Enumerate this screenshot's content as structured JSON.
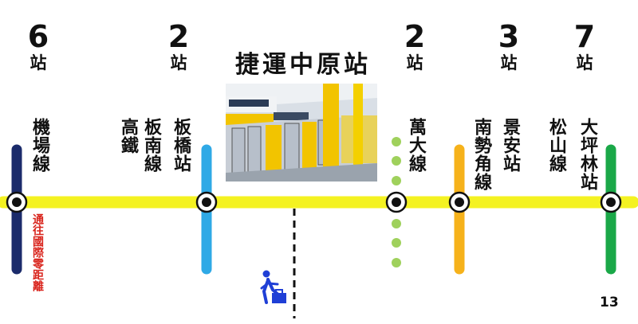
{
  "slide": {
    "title": "捷運中原站",
    "page_number": "13"
  },
  "counts": [
    {
      "num": "6",
      "unit": "站"
    },
    {
      "num": "2",
      "unit": "站"
    },
    {
      "num": "2",
      "unit": "站"
    },
    {
      "num": "3",
      "unit": "站"
    },
    {
      "num": "7",
      "unit": "站"
    }
  ],
  "stations": [
    {
      "label": "機場線"
    },
    {
      "label": "高鐵"
    },
    {
      "label": "板南線"
    },
    {
      "label": "板橋站"
    },
    {
      "label": "萬大線"
    },
    {
      "label": "南勢角線"
    },
    {
      "label": "景安站"
    },
    {
      "label": "松山線"
    },
    {
      "label": "大坪林站"
    }
  ],
  "note": "通往國際零距離",
  "colors": {
    "main_line": "#f4f221",
    "airport_line": "#1b2b6b",
    "bannan_line": "#2fa9e6",
    "wanda_line": "#9fd15c",
    "zhonghe_line": "#f6b21b",
    "dapinglin_line": "#1aa848",
    "note_red": "#d9241c",
    "walker_blue": "#1f3fd6"
  },
  "icons": {
    "station_marker": "station-circle-icon",
    "walker": "walking-person-icon"
  }
}
